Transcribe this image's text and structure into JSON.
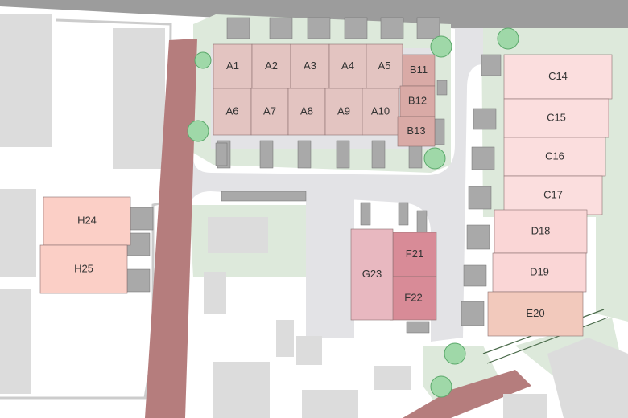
{
  "map": {
    "colors": {
      "plot_a": "#e3c4c1",
      "plot_b": "#d9aaa6",
      "plot_c": "#fbdede",
      "plot_d": "#fad6d6",
      "plot_e": "#f2c9bc",
      "plot_f": "#d88b97",
      "plot_g": "#e8b8c0",
      "plot_h": "#fbcfc6",
      "road": "#b57d7d",
      "paving": "#e3e3e6",
      "green": "#dde9db",
      "tree": "#9fd8a8",
      "parking": "#a9a9a9",
      "building": "#dcdcdc",
      "top_road": "#9c9c9c"
    },
    "plots": [
      {
        "id": "A1",
        "label": "A1"
      },
      {
        "id": "A2",
        "label": "A2"
      },
      {
        "id": "A3",
        "label": "A3"
      },
      {
        "id": "A4",
        "label": "A4"
      },
      {
        "id": "A5",
        "label": "A5"
      },
      {
        "id": "A6",
        "label": "A6"
      },
      {
        "id": "A7",
        "label": "A7"
      },
      {
        "id": "A8",
        "label": "A8"
      },
      {
        "id": "A9",
        "label": "A9"
      },
      {
        "id": "A10",
        "label": "A10"
      },
      {
        "id": "B11",
        "label": "B11"
      },
      {
        "id": "B12",
        "label": "B12"
      },
      {
        "id": "B13",
        "label": "B13"
      },
      {
        "id": "C14",
        "label": "C14"
      },
      {
        "id": "C15",
        "label": "C15"
      },
      {
        "id": "C16",
        "label": "C16"
      },
      {
        "id": "C17",
        "label": "C17"
      },
      {
        "id": "D18",
        "label": "D18"
      },
      {
        "id": "D19",
        "label": "D19"
      },
      {
        "id": "E20",
        "label": "E20"
      },
      {
        "id": "F21",
        "label": "F21"
      },
      {
        "id": "F22",
        "label": "F22"
      },
      {
        "id": "G23",
        "label": "G23"
      },
      {
        "id": "H24",
        "label": "H24"
      },
      {
        "id": "H25",
        "label": "H25"
      }
    ]
  }
}
